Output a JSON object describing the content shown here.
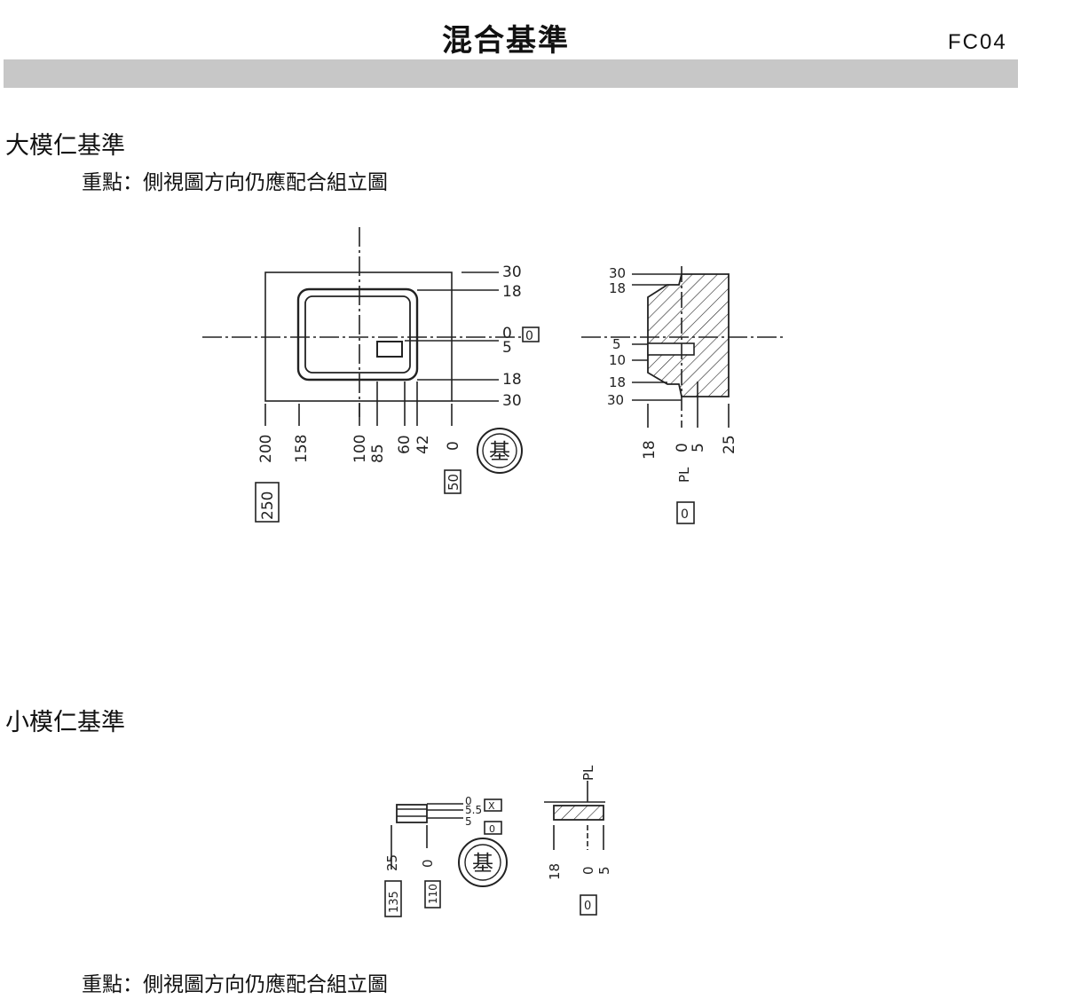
{
  "header": {
    "title": "混合基準",
    "code": "FC04"
  },
  "sections": [
    {
      "heading": "大模仁基準",
      "note": "重點：側視圖方向仍應配合組立圖"
    },
    {
      "heading": "小模仁基準",
      "note": "重點：側視圖方向仍應配合組立圖"
    }
  ],
  "large_front": {
    "right_dims": [
      "30",
      "18",
      "0",
      "5",
      "18",
      "30"
    ],
    "bottom_dims": [
      "200",
      "158",
      "100",
      "85",
      "60",
      "42",
      "0"
    ],
    "boxed_left": "250",
    "boxed_right": "50",
    "boxed_zero": "0",
    "stamp": "基"
  },
  "large_side": {
    "left_dims": [
      "30",
      "18",
      "5",
      "10",
      "18",
      "30"
    ],
    "bottom_dims": [
      "18",
      "0",
      "5",
      "25"
    ],
    "pl": "PL",
    "boxed": "0"
  },
  "small_front": {
    "right_dims": [
      "0",
      "5.5",
      "5"
    ],
    "boxed_x": "X",
    "boxed_zero": "0",
    "bottom_dims": [
      "25",
      "0"
    ],
    "boxed_a": "135",
    "boxed_b": "110",
    "stamp": "基"
  },
  "small_side": {
    "pl": "PL",
    "bottom_dims": [
      "18",
      "0",
      "5"
    ],
    "boxed": "0"
  }
}
